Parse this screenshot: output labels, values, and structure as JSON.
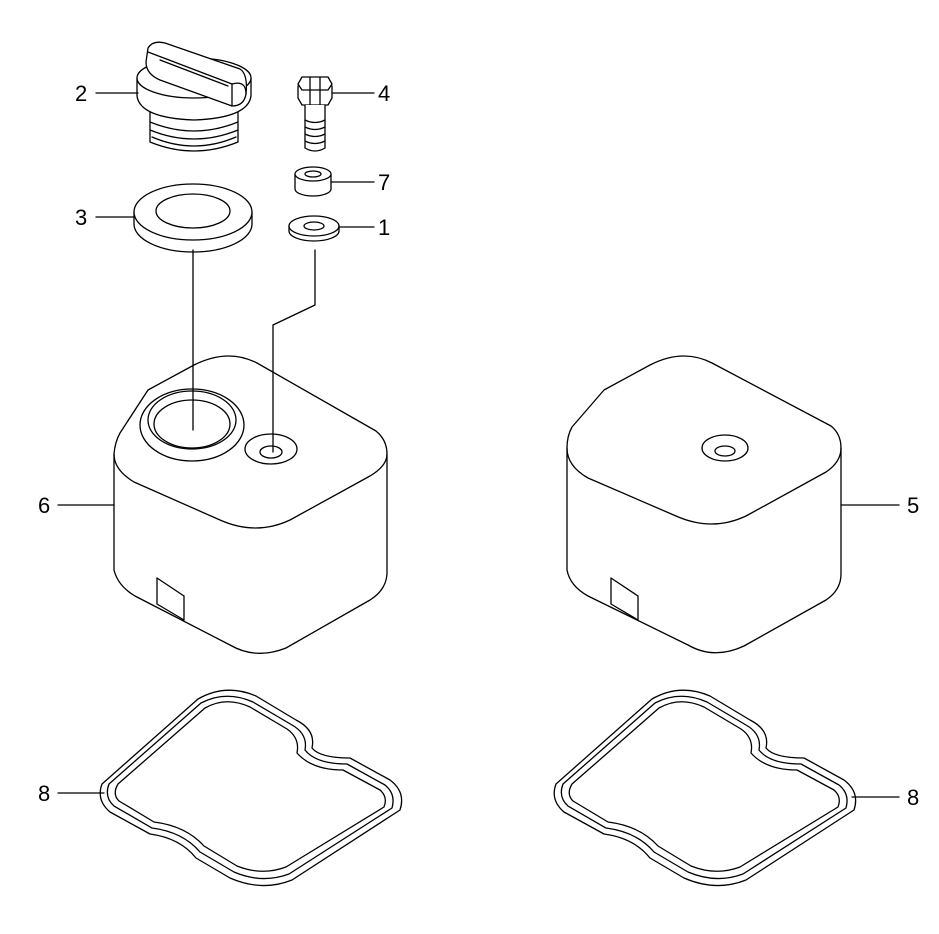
{
  "diagram": {
    "callouts": {
      "c1": "1",
      "c2": "2",
      "c3": "3",
      "c4": "4",
      "c5": "5",
      "c6": "6",
      "c7": "7",
      "c8_left": "8",
      "c8_right": "8"
    }
  }
}
